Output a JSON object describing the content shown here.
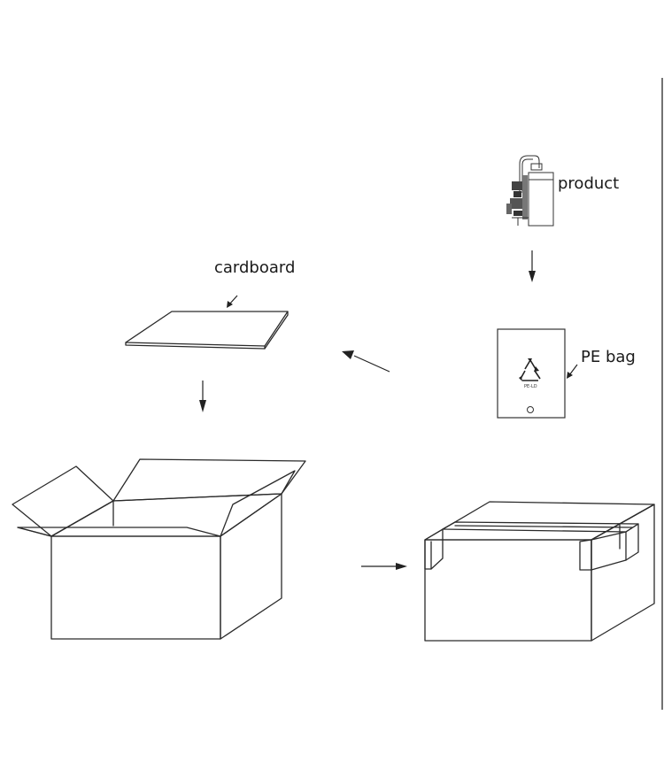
{
  "labels": {
    "product": "product",
    "cardboard": "cardboard",
    "pe_bag": "PE bag"
  },
  "recycle_code": "PE-LD"
}
